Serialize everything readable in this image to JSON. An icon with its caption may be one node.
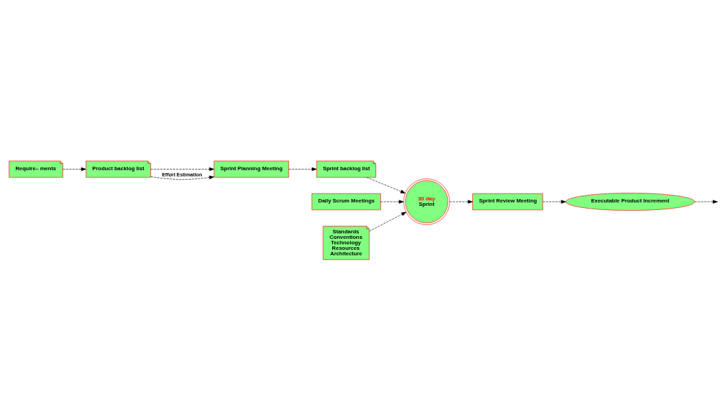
{
  "diagram": {
    "nodes": [
      {
        "text": [
          "Require– ments"
        ]
      },
      {
        "text": [
          "Product backlog list"
        ]
      },
      {
        "text": [
          "Sprint Planning Meeting"
        ]
      },
      {
        "text": [
          "Sprint backlog list"
        ]
      },
      {
        "text": [
          "Daily Scrum Meetings"
        ]
      },
      {
        "text": [
          "30 day",
          "Sprint"
        ]
      },
      {
        "text": [
          "Sprint Review Meeting"
        ]
      },
      {
        "text": [
          "Executable Product Increment"
        ]
      },
      {
        "text": [
          "Standards",
          "Conventions",
          "Technology",
          "Resources",
          "Architecture"
        ]
      }
    ],
    "edges": [
      {
        "from": 0,
        "to": 1,
        "arrow": "to",
        "style": "dashed"
      },
      {
        "from": 1,
        "to": 2,
        "arrow": "to",
        "style": "dashed"
      },
      {
        "from": 1,
        "to": 2,
        "arrow": "to",
        "style": "dashed",
        "label": "Effort Estimation"
      },
      {
        "from": 2,
        "to": 3,
        "arrow": "to",
        "style": "dashed"
      },
      {
        "from": 3,
        "to": 5,
        "arrow": "to",
        "style": "dashed"
      },
      {
        "from": 4,
        "to": 5,
        "arrow": "to",
        "style": "dashed"
      },
      {
        "from": 8,
        "to": 5,
        "arrow": "to",
        "style": "dashed"
      },
      {
        "from": 5,
        "to": 6,
        "arrow": "to",
        "style": "dashed"
      },
      {
        "from": 6,
        "to": 7,
        "arrow": "to",
        "style": "dashed"
      },
      {
        "from": 7,
        "to": null,
        "arrow": "to",
        "style": "dashed"
      }
    ]
  }
}
